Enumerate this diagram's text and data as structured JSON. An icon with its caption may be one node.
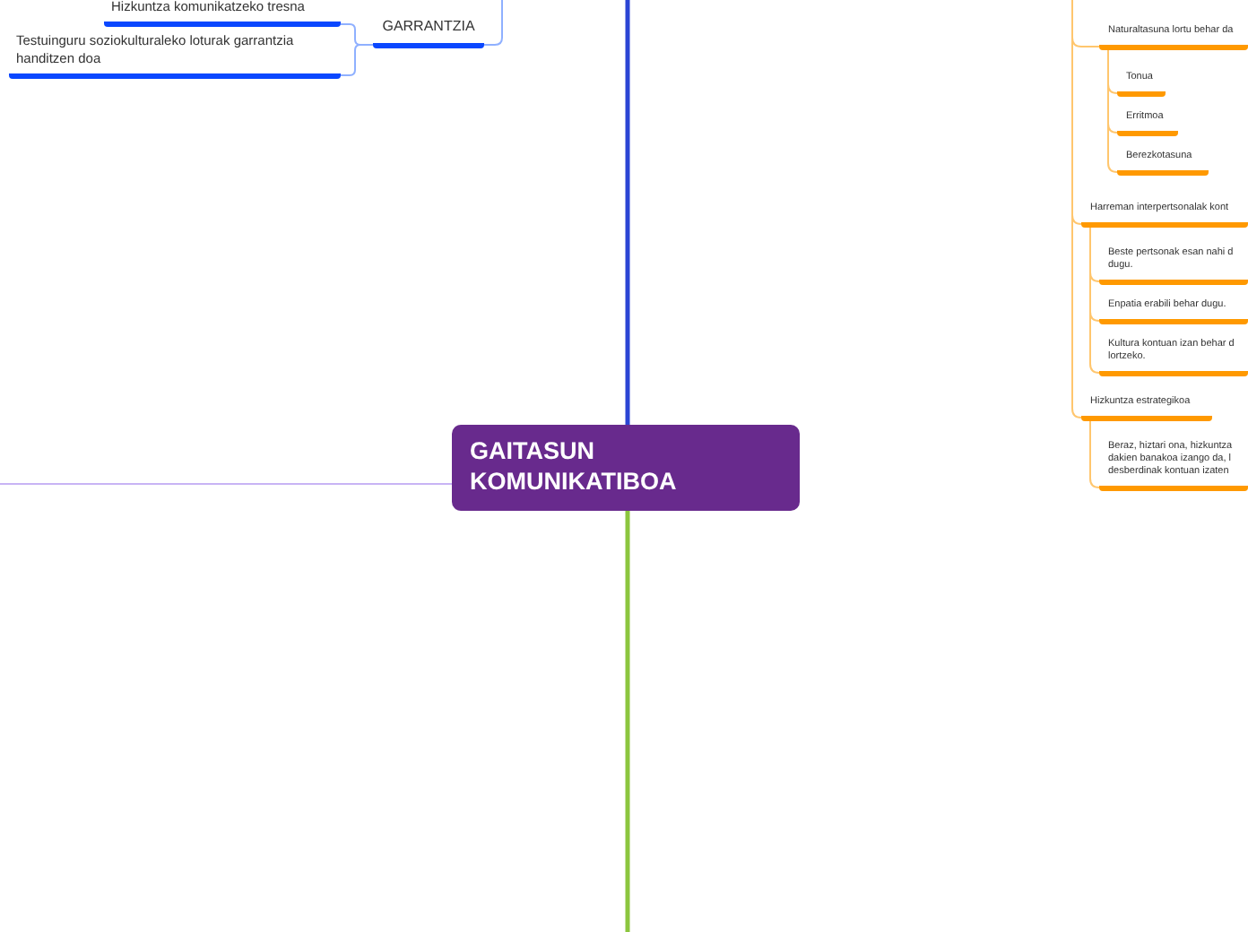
{
  "diagram": {
    "nodes": [
      {
        "text": [
          "GARRANTZIA"
        ]
      },
      {
        "text": [
          "Hizkuntza komunikatzeko tresna"
        ]
      },
      {
        "text": [
          "Testuinguru soziokulturaleko loturak garrantzia handitzen doa"
        ]
      },
      {
        "text": [
          "GAITASUN KOMUNIKATIBOA"
        ]
      },
      {
        "text": [
          "Naturaltasuna lortu behar da"
        ]
      },
      {
        "text": [
          "Tonua"
        ]
      },
      {
        "text": [
          "Erritmoa"
        ]
      },
      {
        "text": [
          "Berezkotasuna"
        ]
      },
      {
        "text": [
          "Harreman interpertsonalak kont"
        ]
      },
      {
        "text": [
          "Beste pertsonak esan nahi d dugu."
        ]
      },
      {
        "text": [
          "Enpatia erabili behar dugu."
        ]
      },
      {
        "text": [
          "Kultura kontuan izan behar d lortzeko."
        ]
      },
      {
        "text": [
          "Hizkuntza estrategikoa"
        ]
      },
      {
        "text": [
          "Beraz, hiztari ona, hizkuntza dakien banakoa izango da, l desberdinak kontuan izaten"
        ]
      }
    ],
    "edges": [
      {
        "from": 3,
        "to": null,
        "arrow": "none",
        "style": "thick",
        "color": "#2b45d4"
      },
      {
        "from": 3,
        "to": null,
        "arrow": "none",
        "style": "thick",
        "color": "#8cc63f"
      },
      {
        "from": 3,
        "to": null,
        "arrow": "none",
        "color": "#c8b4f5"
      },
      {
        "from": null,
        "to": 0,
        "arrow": "none",
        "color": "#8fb0ff"
      },
      {
        "from": 0,
        "to": 1,
        "arrow": "none",
        "color": "#8fb0ff"
      },
      {
        "from": 0,
        "to": 2,
        "arrow": "none",
        "color": "#8fb0ff"
      },
      {
        "from": null,
        "to": 4,
        "arrow": "none"
      },
      {
        "from": 4,
        "to": 5,
        "arrow": "none"
      },
      {
        "from": 4,
        "to": 6,
        "arrow": "none"
      },
      {
        "from": 4,
        "to": 7,
        "arrow": "none"
      },
      {
        "from": null,
        "to": 8,
        "arrow": "none"
      },
      {
        "from": 8,
        "to": 9,
        "arrow": "none"
      },
      {
        "from": 8,
        "to": 10,
        "arrow": "none"
      },
      {
        "from": 8,
        "to": 11,
        "arrow": "none"
      },
      {
        "from": null,
        "to": 12,
        "arrow": "none"
      },
      {
        "from": 12,
        "to": 13,
        "arrow": "none"
      }
    ]
  }
}
